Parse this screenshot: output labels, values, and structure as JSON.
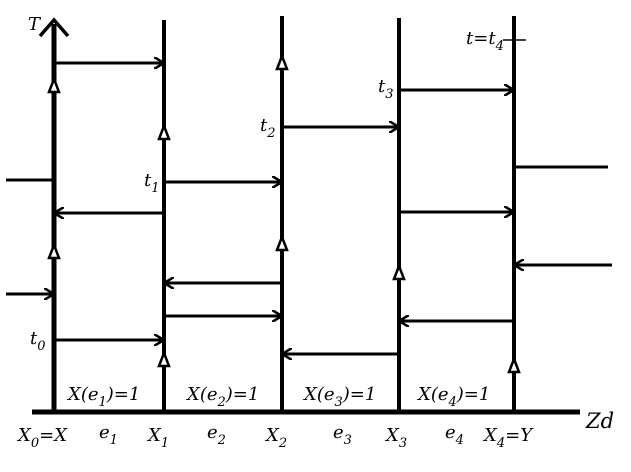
{
  "axes": {
    "vertical_label": "T",
    "horizontal_label": "Zd"
  },
  "nodes": [
    {
      "name": "X",
      "sub": "0",
      "suffix": "=X"
    },
    {
      "name": "X",
      "sub": "1",
      "suffix": ""
    },
    {
      "name": "X",
      "sub": "2",
      "suffix": ""
    },
    {
      "name": "X",
      "sub": "3",
      "suffix": ""
    },
    {
      "name": "X",
      "sub": "4",
      "suffix": "=Y"
    }
  ],
  "edges": [
    {
      "name": "e",
      "sub": "1",
      "equation": "X(e1)=1"
    },
    {
      "name": "e",
      "sub": "2",
      "equation": "X(e2)=1"
    },
    {
      "name": "e",
      "sub": "3",
      "equation": "X(e3)=1"
    },
    {
      "name": "e",
      "sub": "4",
      "equation": "X(e4)=1"
    }
  ],
  "equation_parts": {
    "prefix": "X(e",
    "suffix": ")=1"
  },
  "times": [
    {
      "name": "t",
      "sub": "0"
    },
    {
      "name": "t",
      "sub": "1"
    },
    {
      "name": "t",
      "sub": "2"
    },
    {
      "name": "t",
      "sub": "3"
    },
    {
      "name": "t",
      "sub": "4",
      "prefix": "t=",
      "suffix": ""
    }
  ]
}
